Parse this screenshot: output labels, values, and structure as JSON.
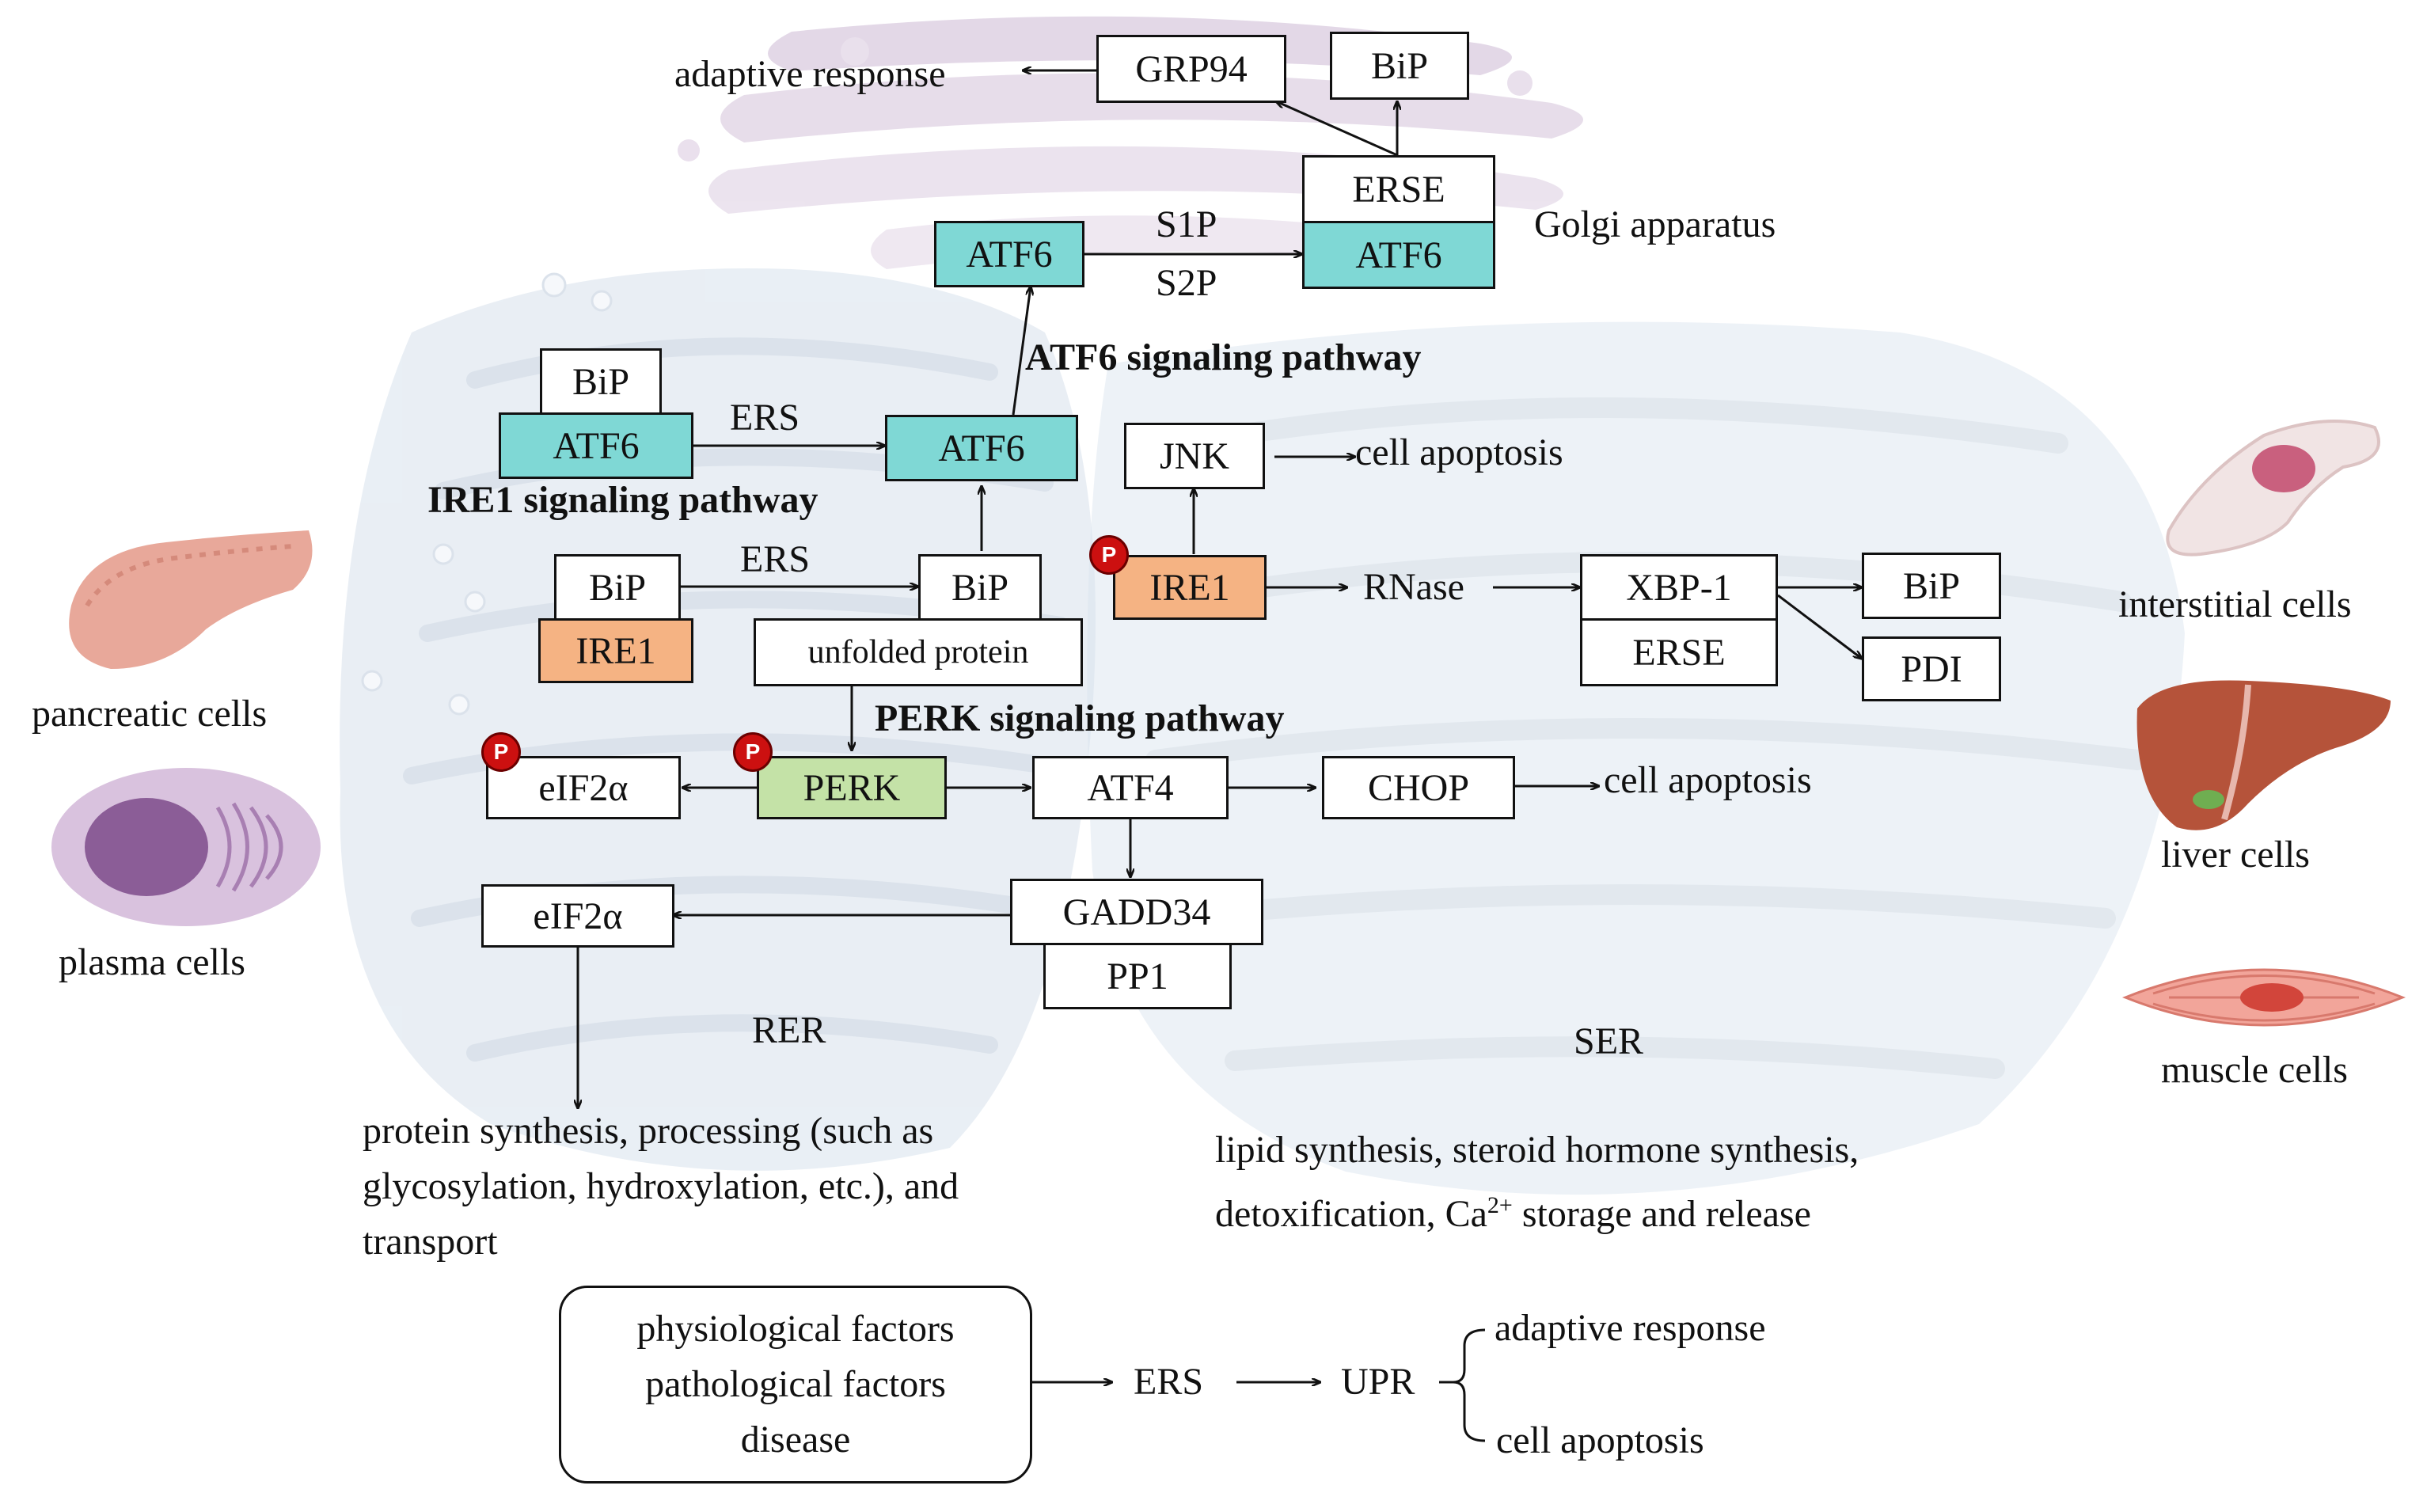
{
  "colors": {
    "atf6_fill": "#7fd8d5",
    "ire1_fill": "#f5b383",
    "perk_fill": "#c4e2a7",
    "phospho_badge": "#cc1010",
    "organelle_fill": "#dfe8f2",
    "golgi_fill": "#e2d6e5"
  },
  "golgi": {
    "grp94": "GRP94",
    "bip": "BiP",
    "adaptive": "adaptive response",
    "erse": "ERSE",
    "atf6_right": "ATF6",
    "atf6_left": "ATF6",
    "s1p": "S1P",
    "s2p": "S2P",
    "label": "Golgi apparatus"
  },
  "atf6_pathway": {
    "title": "ATF6 signaling pathway",
    "bip": "BiP",
    "atf6_bound": "ATF6",
    "ers": "ERS",
    "atf6_free": "ATF6"
  },
  "ire1_pathway": {
    "title": "IRE1 signaling pathway",
    "bip": "BiP",
    "ire1_bound": "IRE1",
    "ers": "ERS",
    "bip_free": "BiP",
    "unfolded": "unfolded protein",
    "jnk": "JNK",
    "jnk_outcome": "cell apoptosis",
    "ire1_p": "IRE1",
    "p_badge": "P",
    "rnase": "RNase",
    "xbp1": "XBP-1",
    "erse": "ERSE",
    "bip_target": "BiP",
    "pdi": "PDI"
  },
  "perk_pathway": {
    "title": "PERK signaling pathway",
    "eif2a_p": "eIF2α",
    "perk": "PERK",
    "p_badge": "P",
    "atf4": "ATF4",
    "chop": "CHOP",
    "chop_outcome": "cell apoptosis",
    "gadd34": "GADD34",
    "pp1": "PP1",
    "eif2a": "eIF2α"
  },
  "rer": {
    "label": "RER",
    "functions": [
      "protein synthesis, processing (such as",
      "glycosylation, hydroxylation, etc.), and",
      "transport"
    ]
  },
  "ser": {
    "label": "SER",
    "functions_line1": "lipid synthesis, steroid hormone synthesis,",
    "functions_line2_pre": "detoxification, Ca",
    "functions_line2_sup": "2+",
    "functions_line2_post": " storage and release"
  },
  "cells": {
    "pancreatic": "pancreatic cells",
    "plasma": "plasma cells",
    "interstitial": "interstitial cells",
    "liver": "liver cells",
    "muscle": "muscle cells"
  },
  "summary": {
    "factors": [
      "physiological factors",
      "pathological factors",
      "disease"
    ],
    "ers": "ERS",
    "upr": "UPR",
    "adaptive": "adaptive response",
    "apoptosis": "cell apoptosis"
  },
  "icons": [
    "pancreas-icon",
    "plasma-cell-icon",
    "interstitial-cell-icon",
    "liver-icon",
    "muscle-cell-icon",
    "phospho-badge-icon"
  ]
}
